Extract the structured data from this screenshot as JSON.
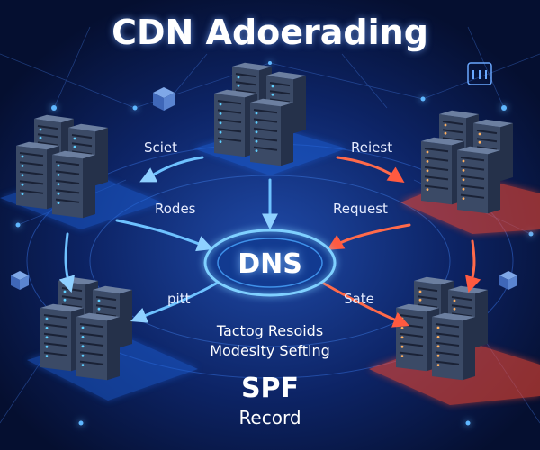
{
  "diagram": {
    "title": "CDN Adoerading",
    "center_label": "DNS",
    "edge_labels": {
      "top_left": "Sciet",
      "top_right": "Reiest",
      "mid_left": "Rodes",
      "mid_right": "Request",
      "low_left": "pitt",
      "low_right": "Sate"
    },
    "center_text_line1": "Tactog Resoids",
    "center_text_line2": "Modesity Sefting",
    "bottom_title": "SPF",
    "bottom_subtitle": "Record"
  },
  "colors": {
    "background": "#07163f",
    "glow_blue": "#3aa0ff",
    "glow_red": "#ff4a3a",
    "server_body": "#3b4a66",
    "server_side": "#25314a",
    "server_top": "#6c7fa0"
  },
  "icons": [
    "server-rack-icon",
    "cube-icon",
    "node-dot-icon"
  ]
}
